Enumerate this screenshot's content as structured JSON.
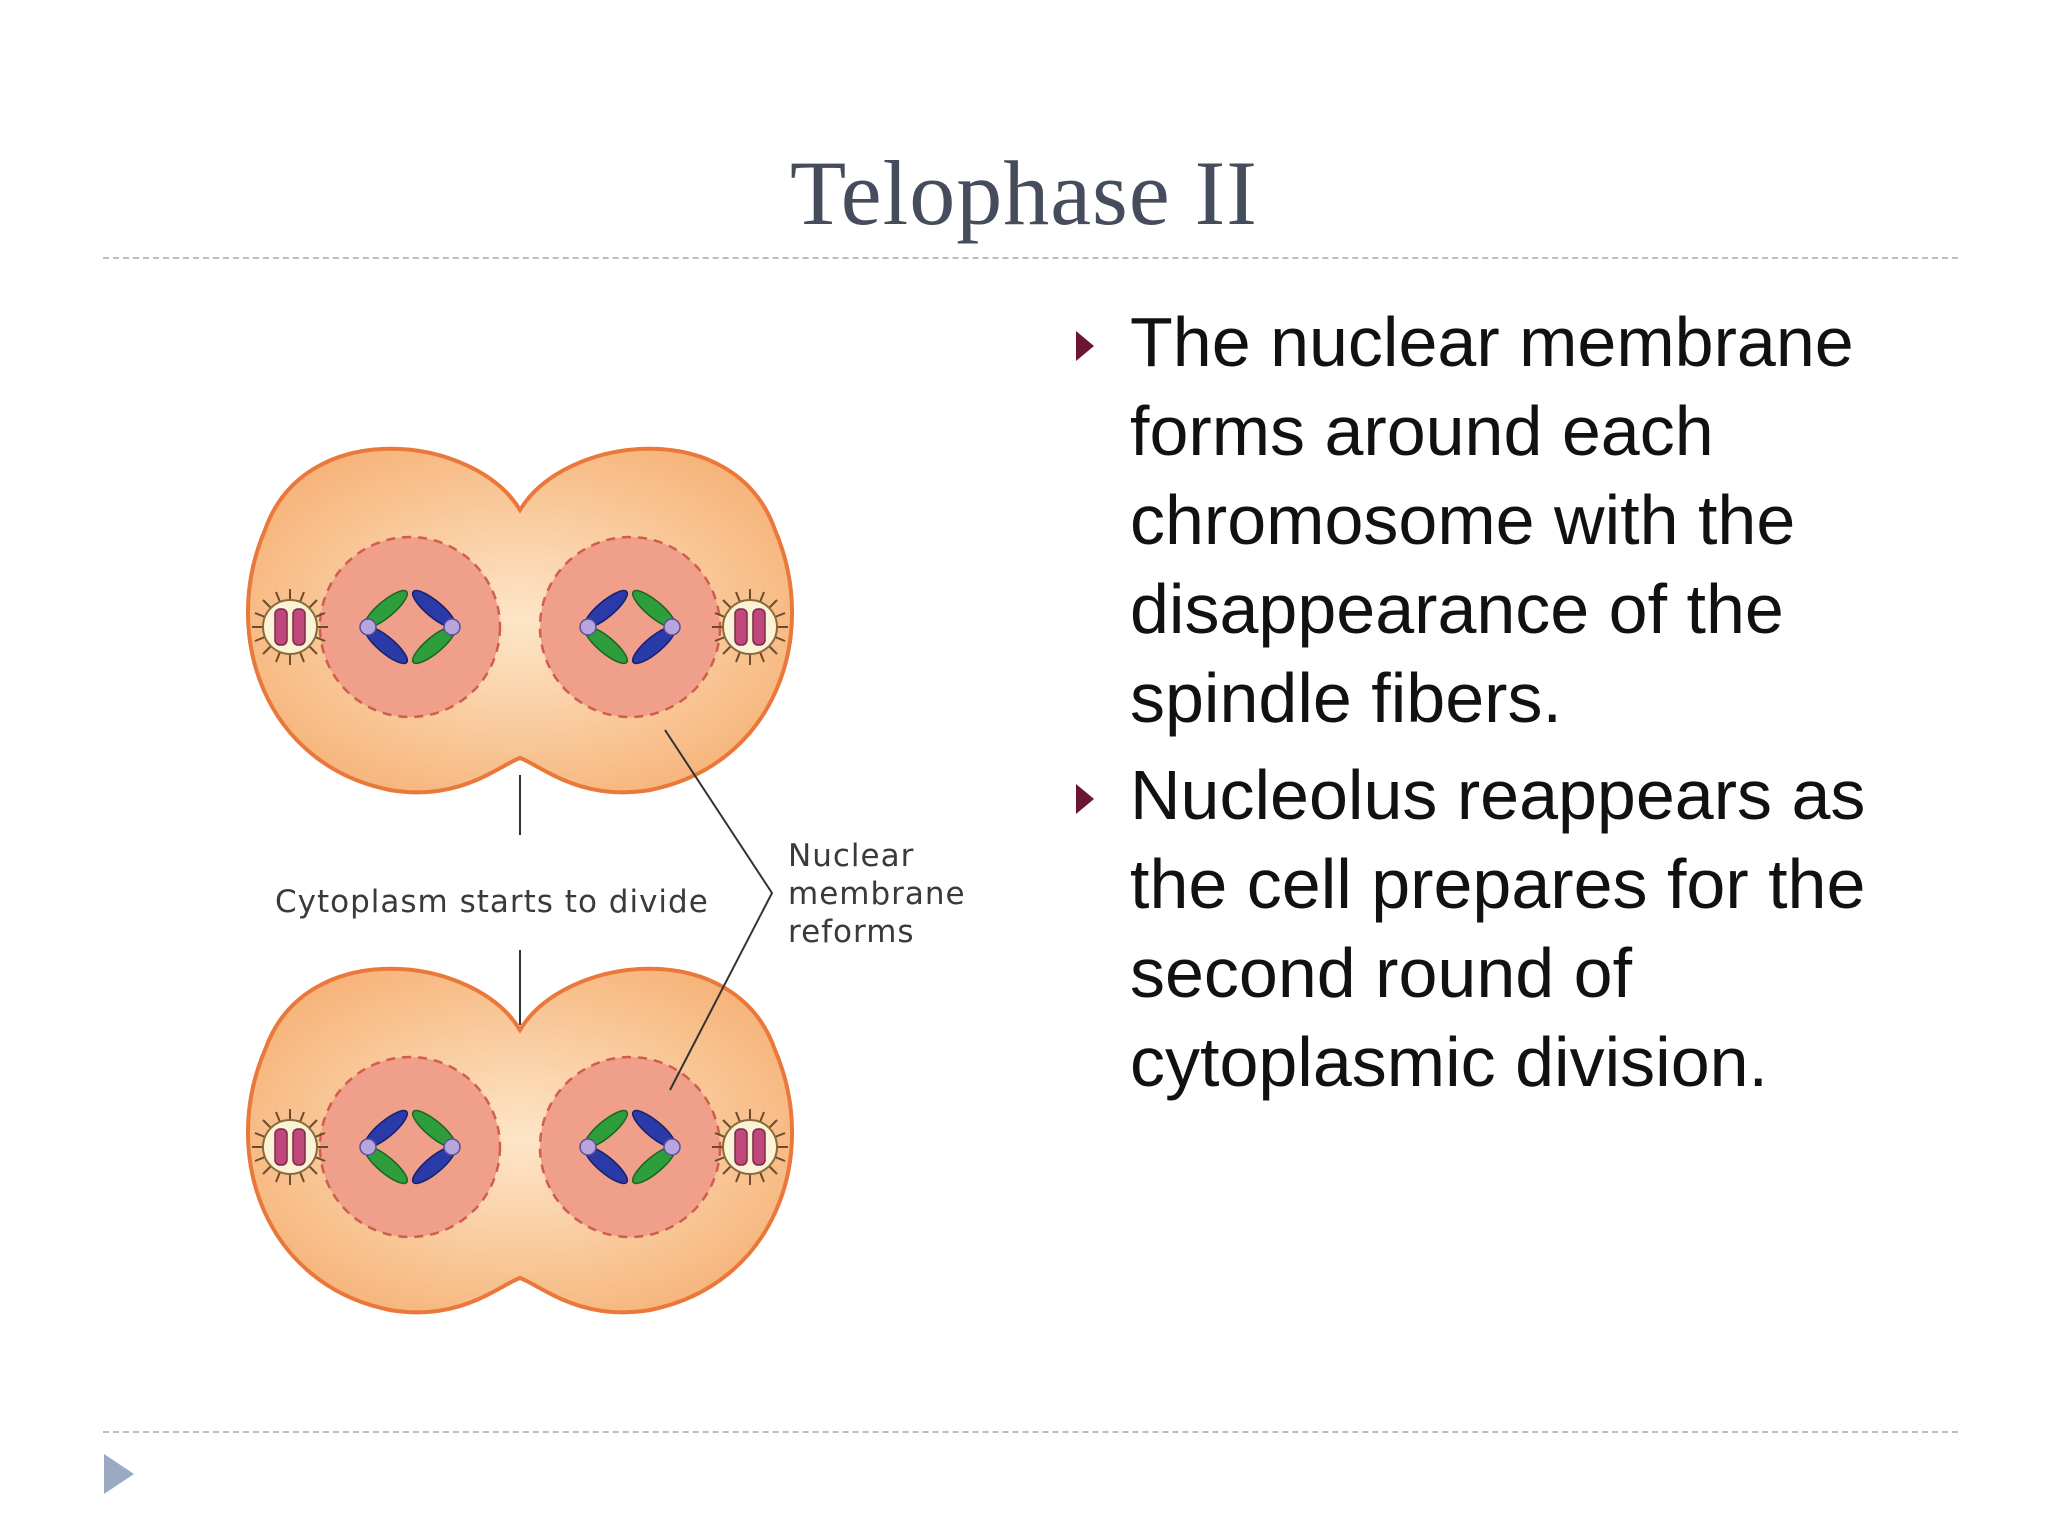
{
  "slide": {
    "title": "Telophase II",
    "bullets": [
      "The nuclear membrane forms around each chromosome with the disappearance of the spindle fibers.",
      "Nucleolus reappears as the cell prepares for the second round of cytoplasmic division."
    ]
  },
  "diagram": {
    "label_cytoplasm": "Cytoplasm starts to divide",
    "label_nuclear_line1": "Nuclear",
    "label_nuclear_line2": "membrane",
    "label_nuclear_line3": "reforms"
  },
  "colors": {
    "title": "#454c5c",
    "bullet_marker": "#6b1634",
    "cell_outline": "#e9783a",
    "nucleus_fill": "#f0a08a",
    "chromatid_green": "#2e9e3c",
    "chromatid_blue": "#2a3aa8",
    "nav_arrow": "#9aaac2"
  }
}
